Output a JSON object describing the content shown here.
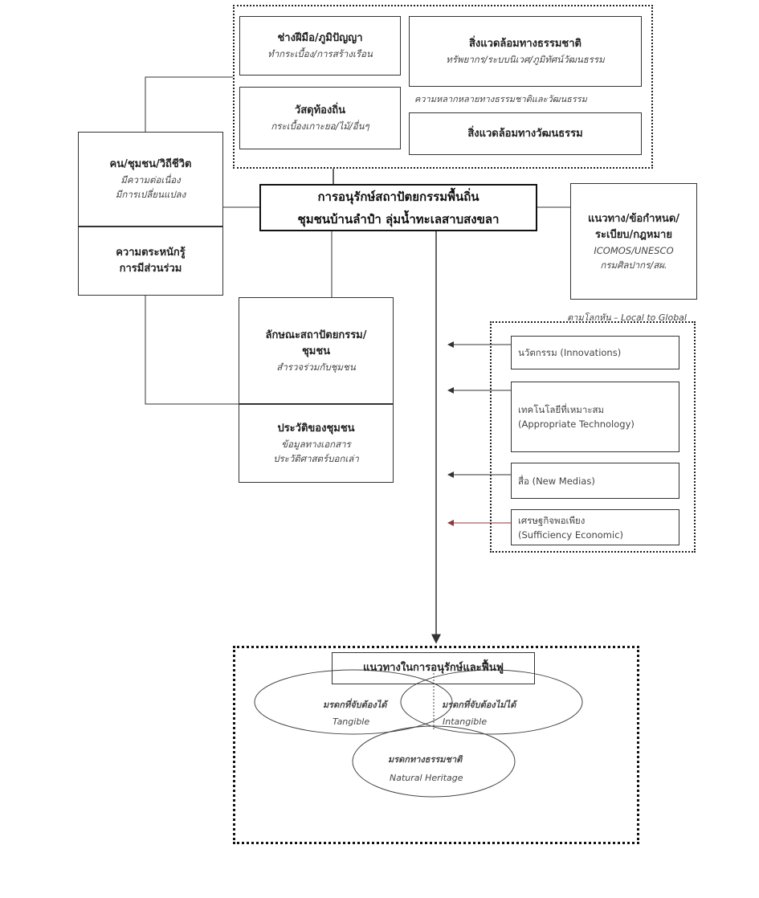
{
  "craft": {
    "title": "ช่างฝีมือ/ภูมิปัญญา",
    "sub": "ทำกระเบื้อง/การสร้างเรือน"
  },
  "material": {
    "title": "วัสดุท้องถิ่น",
    "sub": "กระเบื้องเกาะยอ/ไม้/อื่นๆ"
  },
  "nature": {
    "title": "สิ่งแวดล้อมทางธรรมชาติ",
    "sub": "ทรัพยากร/ระบบนิเวศ/ภูมิทัศน์วัฒนธรรม"
  },
  "diversity_note": "ความหลากหลายทางธรรมชาติและวัฒนธรรม",
  "culture": {
    "title": "สิ่งแวดล้อมทางวัฒนธรรม"
  },
  "people": {
    "title": "คน/ชุมชน/วิถีชีวิต",
    "sub1": "มีความต่อเนื่อง",
    "sub2": "มีการเปลี่ยนแปลง"
  },
  "awareness": {
    "line1": "ความตระหนักรู้",
    "line2": "การมีส่วนร่วม"
  },
  "main": {
    "line1": "การอนุรักษ์สถาปัตยกรรมพื้นถิ่น",
    "line2": "ชุมชนบ้านลำปำ ลุ่มน้ำทะเลสาบสงขลา"
  },
  "guidelines": {
    "line1": "แนวทาง/ข้อกำหนด/",
    "line2": "ระเบียบ/กฎหมาย",
    "sub1": "ICOMOS/UNESCO",
    "sub2": "กรมศิลปากร/สผ."
  },
  "characteristics": {
    "line1": "ลักษณะสถาปัตยกรรม/",
    "line2": "ชุมชน",
    "sub": "สำรวจร่วมกับชุมชน"
  },
  "history": {
    "title": "ประวัติของชุมชน",
    "sub1": "ข้อมูลทางเอกสาร",
    "sub2": "ประวัติศาสตร์บอกเล่า"
  },
  "local_global": "ตามโลกหัน – Local to Global",
  "factors": [
    {
      "line1": "นวัตกรรม (Innovations)",
      "line2": ""
    },
    {
      "line1": "เทคโนโลยีที่เหมาะสม",
      "line2": "(Appropriate Technology)"
    },
    {
      "line1": "สื่อ (New Medias)",
      "line2": ""
    },
    {
      "line1": "เศรษฐกิจพอเพียง",
      "line2": "(Sufficiency Economic)"
    }
  ],
  "result": {
    "title": "แนวทางในการอนุรักษ์และฟื้นฟู",
    "tangible_th": "มรดกที่จับต้องได้",
    "tangible_en": "Tangible",
    "intangible_th": "มรดกที่จับต้องไม่ได้",
    "intangible_en": "Intangible",
    "natural_th": "มรดกทางธรรมชาติ",
    "natural_en": "Natural Heritage"
  },
  "colors": {
    "line": "#333333",
    "arrow_red": "#8a3a3a"
  }
}
